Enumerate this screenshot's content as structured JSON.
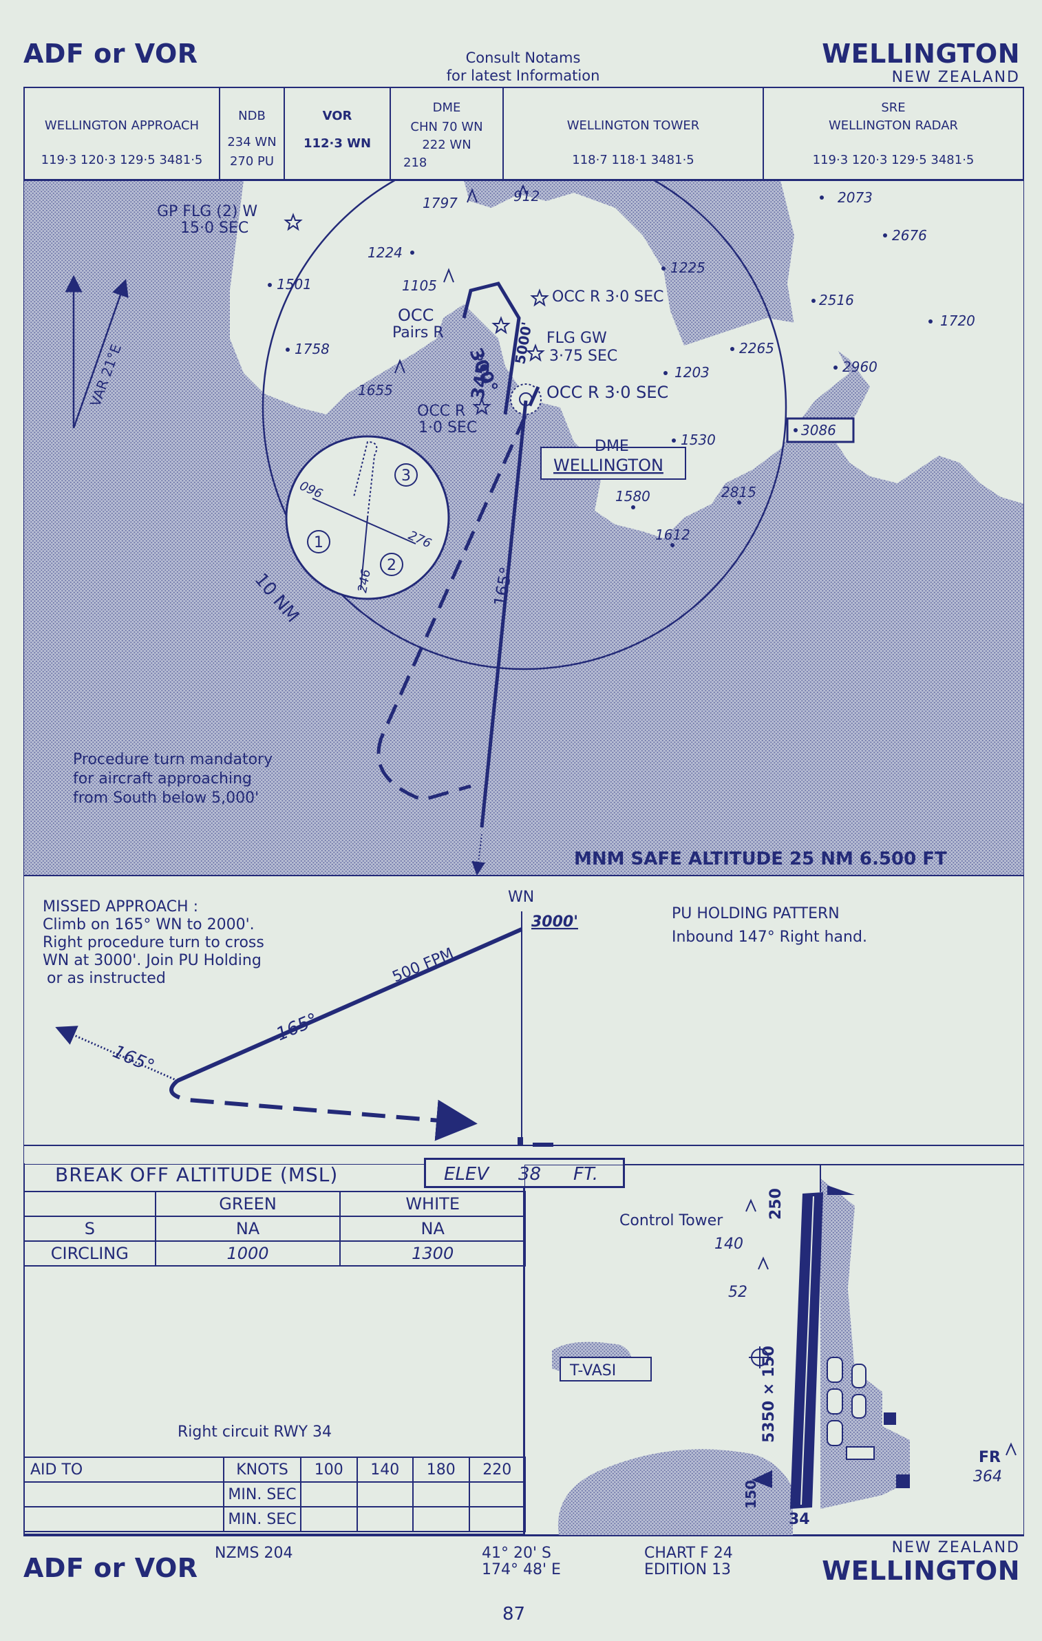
{
  "header": {
    "left_title": "ADF or VOR",
    "notams_line1": "Consult  Notams",
    "notams_line2": "for latest  Information",
    "right_title": "WELLINGTON",
    "right_subtitle": "NEW ZEALAND"
  },
  "comms": {
    "approach": {
      "name": "WELLINGTON APPROACH",
      "freqs": "119·3  120·3  129·5  3481·5"
    },
    "ndb": {
      "label": "NDB",
      "line1": "234 WN",
      "line2": "270  PU"
    },
    "vor": {
      "label": "VOR",
      "value": "112·3  WN"
    },
    "dme": {
      "label": "DME",
      "line1": "CHN  70  WN",
      "line2": "222         WN",
      "line3": "218"
    },
    "tower": {
      "name": "WELLINGTON TOWER",
      "freqs": "118·7  118·1  3481·5"
    },
    "radar": {
      "label": "SRE",
      "name": "WELLINGTON RADAR",
      "freqs": "119·3  120·3  129·5  3481·5"
    }
  },
  "plan": {
    "spot_heights": [
      "2073",
      "2676",
      "1797",
      "912",
      "1224",
      "1225",
      "1501",
      "1105",
      "2516",
      "1720",
      "1758",
      "2265",
      "2960",
      "1655",
      "1203",
      "1530",
      "3086",
      "2815",
      "1580",
      "1612"
    ],
    "lights": {
      "gp": "GP FLG (2) W",
      "gp_sec": "15·0 SEC",
      "occ_r3_top": "OCC R 3·0 SEC",
      "occ": "OCC",
      "pairs_r": "Pairs R",
      "flg_gw": "FLG  GW",
      "flg_gw_sec": "3·75 SEC",
      "occ_r3_mid": "OCC R 3·0 SEC",
      "occ_r1": "OCC R",
      "occ_r1_sec": "1·0 SEC"
    },
    "dme_label": "DME",
    "dme_name": "WELLINGTON",
    "var": "VAR 21°E",
    "ring": "10 NM",
    "tracks": {
      "t345": "345°",
      "t300": "300°",
      "alt5000": "5000'",
      "t165": "165°"
    },
    "sectors": {
      "s1": "1",
      "s2": "2",
      "s3": "3",
      "b096": "096",
      "b276": "276",
      "b246": "246"
    },
    "note_line1": "Procedure turn mandatory",
    "note_line2": "for aircraft approaching",
    "note_line3": "from South below 5,000'",
    "msa": "MNM SAFE ALTITUDE 25 NM  6.500 FT"
  },
  "profile": {
    "missed_line1": "MISSED APPROACH :",
    "missed_line2": "Climb on 165° WN to 2000'.",
    "missed_line3": "Right procedure  turn to cross",
    "missed_line4": "WN at 3000'. Join PU Holding",
    "missed_line5": "or as instructed",
    "wn": "WN",
    "alt": "3000'",
    "fpm": "500  FPM",
    "hdg_a": "165°",
    "hdg_b": "165°",
    "holding_line1": "PU  HOLDING  PATTERN",
    "holding_line2": "Inbound   147°  Right hand."
  },
  "minima": {
    "title": "BREAK OFF ALTITUDE  (MSL)",
    "elev_label": "ELEV",
    "elev_value": "38",
    "elev_unit": "FT.",
    "columns": [
      "",
      "GREEN",
      "WHITE"
    ],
    "rows": [
      {
        "label": "S",
        "green": "NA",
        "white": "NA"
      },
      {
        "label": "CIRCLING",
        "green": "1000",
        "white": "1300"
      }
    ],
    "circuit": "Right circuit RWY 34"
  },
  "timing": {
    "label": "AID TO",
    "knots": "KNOTS",
    "speeds": [
      "100",
      "140",
      "180",
      "220"
    ],
    "row1": "MIN. SEC",
    "row2": "MIN. SEC"
  },
  "aerodrome": {
    "tower": "Control Tower",
    "tower_elev": "140",
    "obst52": "52",
    "tvasi": "T-VASI",
    "rwy_top": "250",
    "rwy_len": "5350  ×  150",
    "rwy_bottom_w": "150",
    "rwy_num": "34",
    "fr": "FR",
    "fr_elev": "364"
  },
  "footer": {
    "left_title": "ADF or VOR",
    "map_ref": "NZMS  204",
    "lat": "41° 20' S",
    "lon": "174° 48' E",
    "chart": "CHART F 24",
    "edition": "EDITION 13",
    "right_subtitle": "NEW  ZEALAND",
    "right_title": "WELLINGTON",
    "page": "87"
  }
}
